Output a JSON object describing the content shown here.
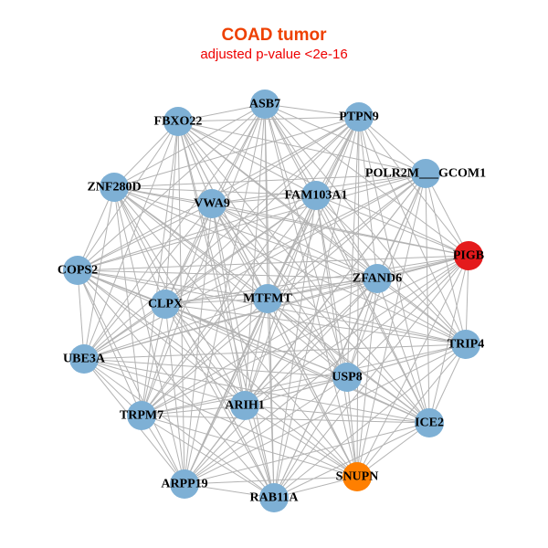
{
  "title": "COAD tumor",
  "subtitle": "adjusted p-value <2e-16",
  "colors": {
    "title": "#EE4000",
    "subtitle": "#EE0000",
    "default_node": "#7EB0D5",
    "highlight_red": "#E41A1C",
    "highlight_orange": "#FF7F00",
    "edge": "#B3B3B3"
  },
  "nodes": [
    {
      "id": "ASB7",
      "label": "ASB7",
      "color": "default_node"
    },
    {
      "id": "FBXO22",
      "label": "FBXO22",
      "color": "default_node"
    },
    {
      "id": "PTPN9",
      "label": "PTPN9",
      "color": "default_node"
    },
    {
      "id": "POLR2M___GCOM1",
      "label": "POLR2M___GCOM1",
      "color": "default_node"
    },
    {
      "id": "ZNF280D",
      "label": "ZNF280D",
      "color": "default_node"
    },
    {
      "id": "VWA9",
      "label": "VWA9",
      "color": "default_node"
    },
    {
      "id": "FAM103A1",
      "label": "FAM103A1",
      "color": "default_node"
    },
    {
      "id": "PIGB",
      "label": "PIGB",
      "color": "highlight_red"
    },
    {
      "id": "COPS2",
      "label": "COPS2",
      "color": "default_node"
    },
    {
      "id": "ZFAND6",
      "label": "ZFAND6",
      "color": "default_node"
    },
    {
      "id": "CLPX",
      "label": "CLPX",
      "color": "default_node"
    },
    {
      "id": "MTFMT",
      "label": "MTFMT",
      "color": "default_node"
    },
    {
      "id": "TRIP4",
      "label": "TRIP4",
      "color": "default_node"
    },
    {
      "id": "UBE3A",
      "label": "UBE3A",
      "color": "default_node"
    },
    {
      "id": "USP8",
      "label": "USP8",
      "color": "default_node"
    },
    {
      "id": "ARIH1",
      "label": "ARIH1",
      "color": "default_node"
    },
    {
      "id": "TRPM7",
      "label": "TRPM7",
      "color": "default_node"
    },
    {
      "id": "ICE2",
      "label": "ICE2",
      "color": "default_node"
    },
    {
      "id": "SNUPN",
      "label": "SNUPN",
      "color": "highlight_orange"
    },
    {
      "id": "ARPP19",
      "label": "ARPP19",
      "color": "default_node"
    },
    {
      "id": "RAB11A",
      "label": "RAB11A",
      "color": "default_node"
    }
  ],
  "edges_rule": "all-pairs"
}
